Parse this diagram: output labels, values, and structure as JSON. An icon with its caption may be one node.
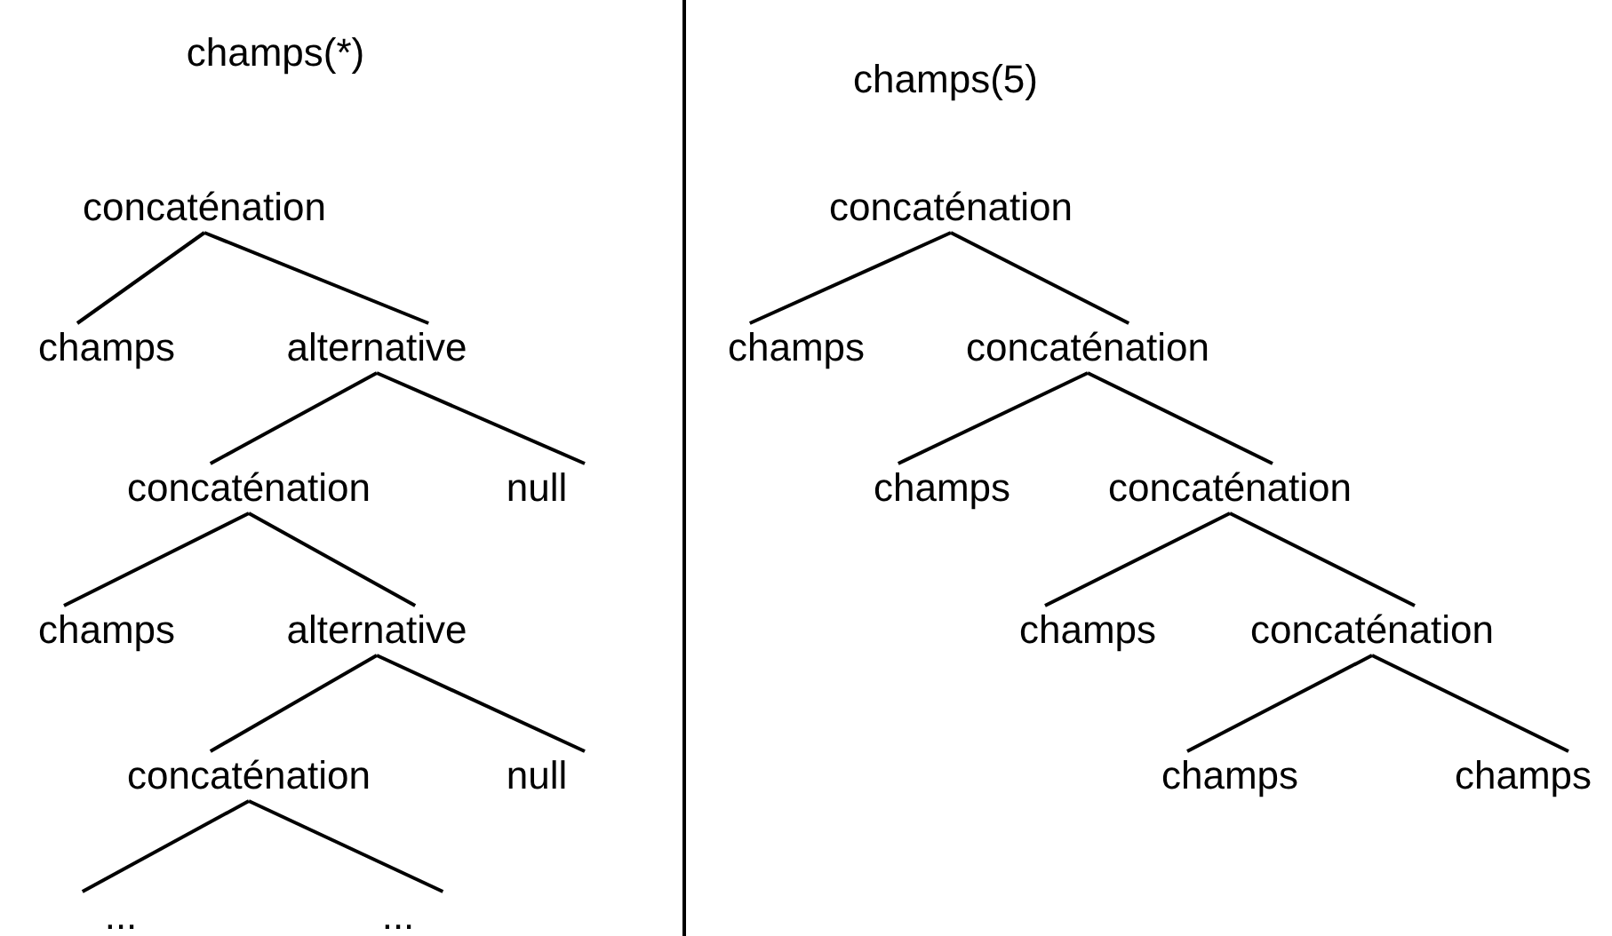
{
  "diagram": {
    "nodes": [
      {
        "text": [
          "concaténation"
        ]
      },
      {
        "text": [
          "champs"
        ]
      },
      {
        "text": [
          "alternative"
        ]
      },
      {
        "text": [
          "concaténation"
        ]
      },
      {
        "text": [
          "null"
        ]
      },
      {
        "text": [
          "champs"
        ]
      },
      {
        "text": [
          "alternative"
        ]
      },
      {
        "text": [
          "concaténation"
        ]
      },
      {
        "text": [
          "null"
        ]
      },
      {
        "text": [
          "..."
        ]
      },
      {
        "text": [
          "..."
        ]
      },
      {
        "text": [
          "concaténation"
        ]
      },
      {
        "text": [
          "champs"
        ]
      },
      {
        "text": [
          "concaténation"
        ]
      },
      {
        "text": [
          "champs"
        ]
      },
      {
        "text": [
          "concaténation"
        ]
      },
      {
        "text": [
          "champs"
        ]
      },
      {
        "text": [
          "concaténation"
        ]
      },
      {
        "text": [
          "champs"
        ]
      },
      {
        "text": [
          "champs"
        ]
      }
    ],
    "edges": [
      {
        "from": 0,
        "to": 1,
        "arrow": "none"
      },
      {
        "from": 0,
        "to": 2,
        "arrow": "none"
      },
      {
        "from": 2,
        "to": 3,
        "arrow": "none"
      },
      {
        "from": 2,
        "to": 4,
        "arrow": "none"
      },
      {
        "from": 3,
        "to": 5,
        "arrow": "none"
      },
      {
        "from": 3,
        "to": 6,
        "arrow": "none"
      },
      {
        "from": 6,
        "to": 7,
        "arrow": "none"
      },
      {
        "from": 6,
        "to": 8,
        "arrow": "none"
      },
      {
        "from": 7,
        "to": 9,
        "arrow": "none"
      },
      {
        "from": 7,
        "to": 10,
        "arrow": "none"
      },
      {
        "from": 11,
        "to": 12,
        "arrow": "none"
      },
      {
        "from": 11,
        "to": 13,
        "arrow": "none"
      },
      {
        "from": 13,
        "to": 14,
        "arrow": "none"
      },
      {
        "from": 13,
        "to": 15,
        "arrow": "none"
      },
      {
        "from": 15,
        "to": 16,
        "arrow": "none"
      },
      {
        "from": 15,
        "to": 17,
        "arrow": "none"
      },
      {
        "from": 17,
        "to": 18,
        "arrow": "none"
      },
      {
        "from": 17,
        "to": 19,
        "arrow": "none"
      }
    ],
    "labels": [
      "champs(*)",
      "champs(5)"
    ]
  }
}
